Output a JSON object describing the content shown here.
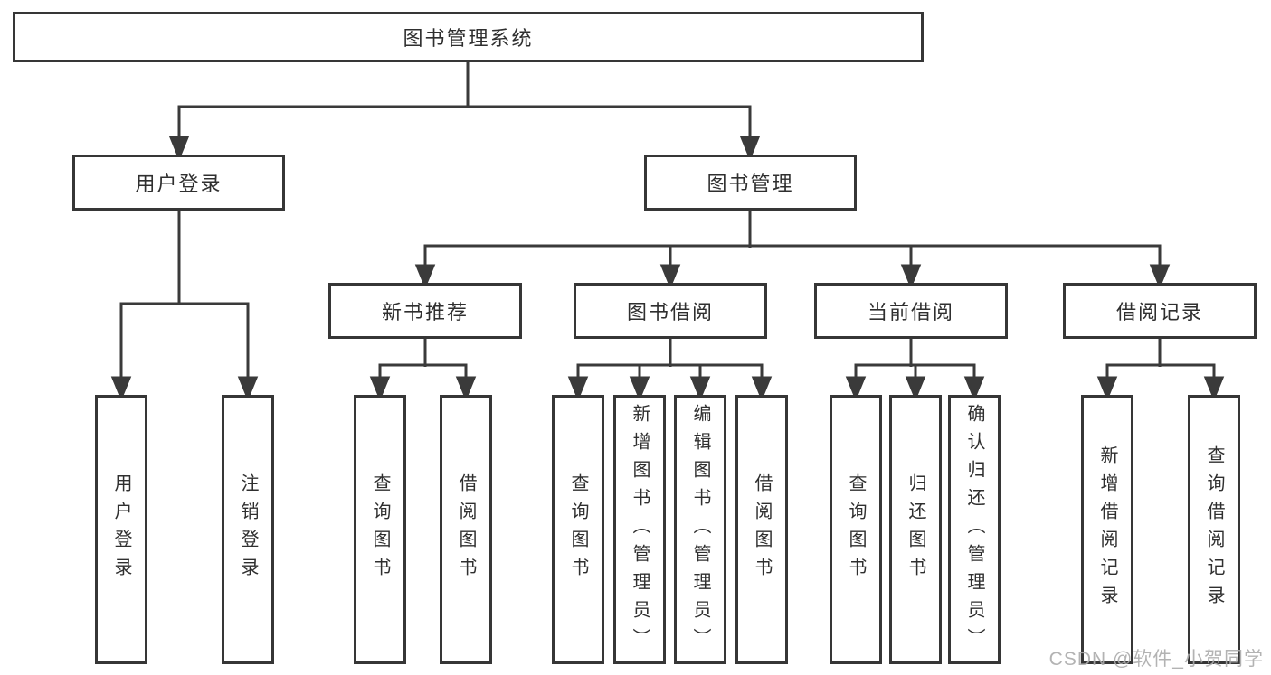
{
  "diagram": {
    "root": {
      "label": "图书管理系统"
    },
    "level2": [
      {
        "label": "用户登录"
      },
      {
        "label": "图书管理"
      }
    ],
    "level3": [
      {
        "label": "新书推荐"
      },
      {
        "label": "图书借阅"
      },
      {
        "label": "当前借阅"
      },
      {
        "label": "借阅记录"
      }
    ],
    "leaves": [
      {
        "label": "用户登录"
      },
      {
        "label": "注销登录"
      },
      {
        "label": "查询图书"
      },
      {
        "label": "借阅图书"
      },
      {
        "label": "查询图书"
      },
      {
        "label": "新增图书（管理员）"
      },
      {
        "label": "编辑图书（管理员）"
      },
      {
        "label": "借阅图书"
      },
      {
        "label": "查询图书"
      },
      {
        "label": "归还图书"
      },
      {
        "label": "确认归还（管理员）"
      },
      {
        "label": "新增借阅记录"
      },
      {
        "label": "查询借阅记录"
      }
    ]
  },
  "watermark": {
    "text": "CSDN @软件_小贺同学"
  },
  "colors": {
    "line": "#3a3a3a",
    "box_border": "#363636",
    "text": "#2f2f2f",
    "watermark": "#ababab",
    "background": "#ffffff"
  }
}
